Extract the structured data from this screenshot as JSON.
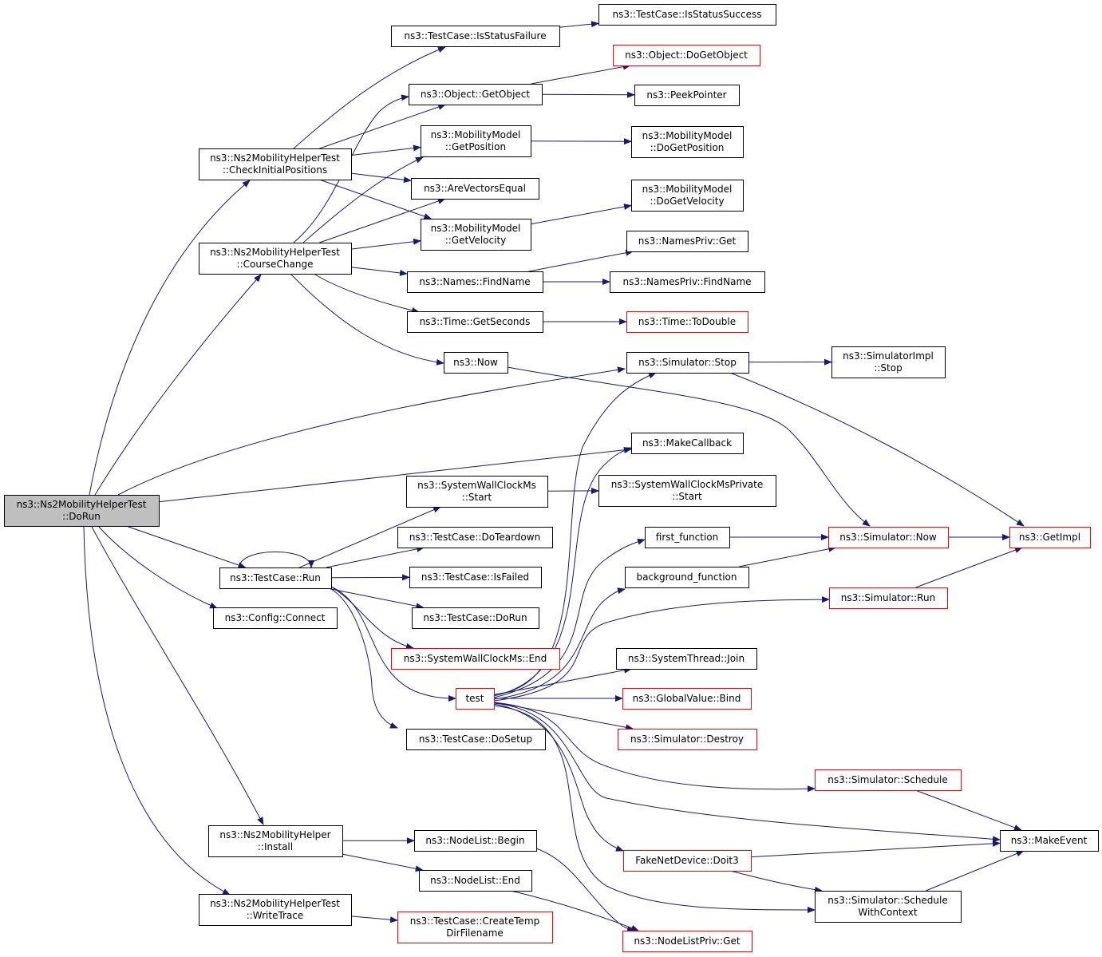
{
  "colors": {
    "edge": "#191970",
    "node_border": "#000000",
    "node_border_truncated": "#ff0000",
    "node_fill": "#ffffff",
    "root_fill": "#bfbfbf"
  },
  "nodes": [
    {
      "id": "n0",
      "lines": [
        "ns3::Ns2MobilityHelperTest",
        "::DoRun"
      ],
      "root": true
    },
    {
      "id": "n1",
      "lines": [
        "ns3::Ns2MobilityHelperTest",
        "::CheckInitialPositions"
      ]
    },
    {
      "id": "n2",
      "lines": [
        "ns3::TestCase::IsStatusFailure"
      ]
    },
    {
      "id": "n3",
      "lines": [
        "ns3::TestCase::IsStatusSuccess"
      ]
    },
    {
      "id": "n4",
      "lines": [
        "ns3::Object::GetObject"
      ]
    },
    {
      "id": "n5",
      "lines": [
        "ns3::Object::DoGetObject"
      ],
      "truncated": true
    },
    {
      "id": "n6",
      "lines": [
        "ns3::PeekPointer"
      ]
    },
    {
      "id": "n7",
      "lines": [
        "ns3::MobilityModel",
        "::GetPosition"
      ]
    },
    {
      "id": "n8",
      "lines": [
        "ns3::MobilityModel",
        "::DoGetPosition"
      ]
    },
    {
      "id": "n9",
      "lines": [
        "ns3::AreVectorsEqual"
      ]
    },
    {
      "id": "n10",
      "lines": [
        "ns3::MobilityModel",
        "::GetVelocity"
      ]
    },
    {
      "id": "n11",
      "lines": [
        "ns3::MobilityModel",
        "::DoGetVelocity"
      ]
    },
    {
      "id": "n12",
      "lines": [
        "ns3::Ns2MobilityHelperTest",
        "::CourseChange"
      ]
    },
    {
      "id": "n13",
      "lines": [
        "ns3::Names::FindName"
      ]
    },
    {
      "id": "n14",
      "lines": [
        "ns3::NamesPriv::Get"
      ]
    },
    {
      "id": "n15",
      "lines": [
        "ns3::NamesPriv::FindName"
      ]
    },
    {
      "id": "n16",
      "lines": [
        "ns3::Time::GetSeconds"
      ]
    },
    {
      "id": "n17",
      "lines": [
        "ns3::Time::ToDouble"
      ],
      "truncated": true
    },
    {
      "id": "n18",
      "lines": [
        "ns3::Now"
      ]
    },
    {
      "id": "n19",
      "lines": [
        "ns3::Simulator::Now"
      ],
      "truncated": true
    },
    {
      "id": "n20",
      "lines": [
        "ns3::GetImpl"
      ],
      "truncated": true
    },
    {
      "id": "n21",
      "lines": [
        "ns3::Simulator::Stop"
      ]
    },
    {
      "id": "n22",
      "lines": [
        "ns3::SimulatorImpl",
        "::Stop"
      ]
    },
    {
      "id": "n23",
      "lines": [
        "ns3::MakeCallback"
      ]
    },
    {
      "id": "n24",
      "lines": [
        "ns3::TestCase::Run"
      ]
    },
    {
      "id": "n25",
      "lines": [
        "ns3::SystemWallClockMs",
        "::Start"
      ]
    },
    {
      "id": "n26",
      "lines": [
        "ns3::SystemWallClockMsPrivate",
        "::Start"
      ]
    },
    {
      "id": "n27",
      "lines": [
        "ns3::TestCase::DoTeardown"
      ]
    },
    {
      "id": "n28",
      "lines": [
        "ns3::TestCase::IsFailed"
      ]
    },
    {
      "id": "n29",
      "lines": [
        "ns3::TestCase::DoRun"
      ]
    },
    {
      "id": "n30",
      "lines": [
        "ns3::SystemWallClockMs::End"
      ],
      "truncated": true
    },
    {
      "id": "n31",
      "lines": [
        "test"
      ],
      "truncated": true
    },
    {
      "id": "n32",
      "lines": [
        "first_function"
      ]
    },
    {
      "id": "n33",
      "lines": [
        "background_function"
      ]
    },
    {
      "id": "n34",
      "lines": [
        "ns3::Simulator::Run"
      ],
      "truncated": true
    },
    {
      "id": "n35",
      "lines": [
        "ns3::SystemThread::Join"
      ]
    },
    {
      "id": "n36",
      "lines": [
        "ns3::GlobalValue::Bind"
      ],
      "truncated": true
    },
    {
      "id": "n37",
      "lines": [
        "ns3::Simulator::Destroy"
      ],
      "truncated": true
    },
    {
      "id": "n38",
      "lines": [
        "ns3::Simulator::Schedule"
      ],
      "truncated": true
    },
    {
      "id": "n39",
      "lines": [
        "ns3::MakeEvent"
      ]
    },
    {
      "id": "n40",
      "lines": [
        "FakeNetDevice::Doit3"
      ],
      "truncated": true
    },
    {
      "id": "n41",
      "lines": [
        "ns3::Simulator::Schedule",
        "WithContext"
      ]
    },
    {
      "id": "n42",
      "lines": [
        "ns3::TestCase::DoSetup"
      ]
    },
    {
      "id": "n43",
      "lines": [
        "ns3::Config::Connect"
      ]
    },
    {
      "id": "n44",
      "lines": [
        "ns3::Ns2MobilityHelper",
        "::Install"
      ]
    },
    {
      "id": "n45",
      "lines": [
        "ns3::NodeList::Begin"
      ]
    },
    {
      "id": "n46",
      "lines": [
        "ns3::NodeList::End"
      ]
    },
    {
      "id": "n47",
      "lines": [
        "ns3::NodeListPriv::Get"
      ],
      "truncated": true
    },
    {
      "id": "n48",
      "lines": [
        "ns3::Ns2MobilityHelperTest",
        "::WriteTrace"
      ]
    },
    {
      "id": "n49",
      "lines": [
        "ns3::TestCase::CreateTemp",
        "DirFilename"
      ],
      "truncated": true
    }
  ],
  "edges": [
    [
      "n0",
      "n1"
    ],
    [
      "n0",
      "n12"
    ],
    [
      "n0",
      "n21"
    ],
    [
      "n0",
      "n23"
    ],
    [
      "n0",
      "n24"
    ],
    [
      "n0",
      "n43"
    ],
    [
      "n0",
      "n44"
    ],
    [
      "n0",
      "n48"
    ],
    [
      "n1",
      "n2"
    ],
    [
      "n1",
      "n4"
    ],
    [
      "n1",
      "n7"
    ],
    [
      "n1",
      "n9"
    ],
    [
      "n1",
      "n10"
    ],
    [
      "n2",
      "n3"
    ],
    [
      "n4",
      "n5"
    ],
    [
      "n4",
      "n6"
    ],
    [
      "n7",
      "n8"
    ],
    [
      "n10",
      "n11"
    ],
    [
      "n12",
      "n4"
    ],
    [
      "n12",
      "n7"
    ],
    [
      "n12",
      "n9"
    ],
    [
      "n12",
      "n10"
    ],
    [
      "n12",
      "n13"
    ],
    [
      "n12",
      "n16"
    ],
    [
      "n12",
      "n18"
    ],
    [
      "n13",
      "n14"
    ],
    [
      "n13",
      "n15"
    ],
    [
      "n16",
      "n17"
    ],
    [
      "n18",
      "n19"
    ],
    [
      "n19",
      "n20"
    ],
    [
      "n21",
      "n22"
    ],
    [
      "n21",
      "n20"
    ],
    [
      "n24",
      "n24"
    ],
    [
      "n24",
      "n25"
    ],
    [
      "n24",
      "n27"
    ],
    [
      "n24",
      "n28"
    ],
    [
      "n24",
      "n29"
    ],
    [
      "n24",
      "n30"
    ],
    [
      "n24",
      "n31"
    ],
    [
      "n24",
      "n42"
    ],
    [
      "n25",
      "n26"
    ],
    [
      "n31",
      "n21"
    ],
    [
      "n31",
      "n23"
    ],
    [
      "n31",
      "n32"
    ],
    [
      "n31",
      "n33"
    ],
    [
      "n31",
      "n34"
    ],
    [
      "n31",
      "n35"
    ],
    [
      "n31",
      "n36"
    ],
    [
      "n31",
      "n37"
    ],
    [
      "n31",
      "n38"
    ],
    [
      "n31",
      "n39"
    ],
    [
      "n31",
      "n40"
    ],
    [
      "n31",
      "n41"
    ],
    [
      "n32",
      "n19"
    ],
    [
      "n33",
      "n19"
    ],
    [
      "n34",
      "n20"
    ],
    [
      "n38",
      "n39"
    ],
    [
      "n40",
      "n39"
    ],
    [
      "n40",
      "n41"
    ],
    [
      "n41",
      "n39"
    ],
    [
      "n44",
      "n45"
    ],
    [
      "n44",
      "n46"
    ],
    [
      "n45",
      "n47"
    ],
    [
      "n46",
      "n47"
    ],
    [
      "n48",
      "n49"
    ]
  ]
}
